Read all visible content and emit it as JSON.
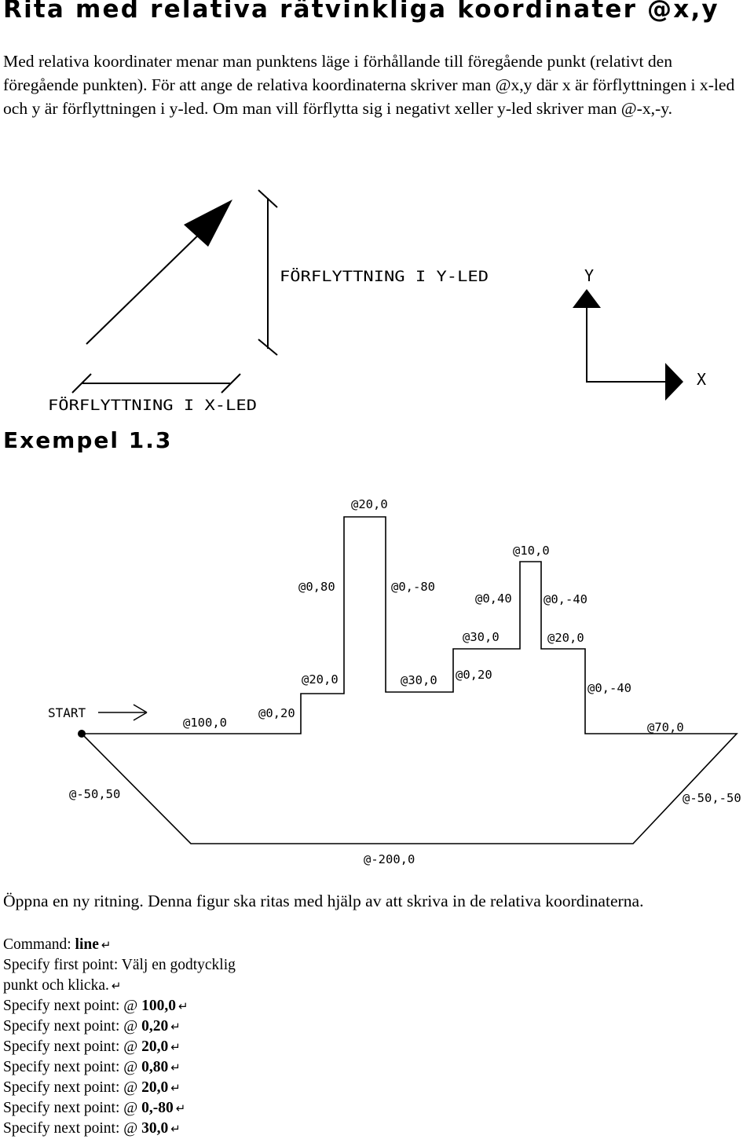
{
  "heading": "Rita med relativa rätvinkliga koordinater @x,y",
  "intro_text": "Med relativa koordinater menar man punktens läge i förhållande till föregående punkt (relativt den föregående punkten). För att ange de relativa koordinaterna skriver man @x,y där x är förflyttningen i x-led och y är förflyttningen i y-led. Om man vill förflytta sig i negativt xeller y-led skriver man @-x,-y.",
  "diagram1": {
    "label_y_move": "FÖRFLYTTNING I Y-LED",
    "label_x_move": "FÖRFLYTTNING I X-LED",
    "axis_y": "Y",
    "axis_x": "X"
  },
  "example_title": "Exempel 1.3",
  "ship": {
    "start_label": "START",
    "labels": {
      "l_100_0": "@100,0",
      "l_0_20a": "@0,20",
      "l_20_0a": "@20,0",
      "l_0_80": "@0,80",
      "l_20_0b": "@20,0",
      "l_0_m80": "@0,-80",
      "l_30_0a": "@30,0",
      "l_0_20b": "@0,20",
      "l_30_0b": "@30,0",
      "l_0_40": "@0,40",
      "l_10_0": "@10,0",
      "l_0_m40a": "@0,-40",
      "l_20_0c": "@20,0",
      "l_0_m40b": "@0,-40",
      "l_70_0": "@70,0",
      "l_m50_m50": "@-50,-50",
      "l_m200_0": "@-200,0",
      "l_m50_50": "@-50,50"
    }
  },
  "instruction": "Öppna en ny ritning. Denna figur ska ritas med hjälp av att skriva in de relativa koordinaterna.",
  "enter_symbol": "↵",
  "command_lines": [
    {
      "prefix": "Command: ",
      "value": "line"
    },
    {
      "prefix": "Specify first point: Välj en godtycklig",
      "value": ""
    },
    {
      "prefix": "punkt och klicka.",
      "value": ""
    },
    {
      "prefix": "Specify next point: @ ",
      "value": "100,0"
    },
    {
      "prefix": "Specify next point: @ ",
      "value": "0,20"
    },
    {
      "prefix": "Specify next point: @ ",
      "value": "20,0"
    },
    {
      "prefix": "Specify next point: @ ",
      "value": "0,80"
    },
    {
      "prefix": "Specify next point: @ ",
      "value": "20,0"
    },
    {
      "prefix": "Specify next point: @ ",
      "value": "0,-80"
    },
    {
      "prefix": "Specify next point: @ ",
      "value": "30,0"
    }
  ]
}
